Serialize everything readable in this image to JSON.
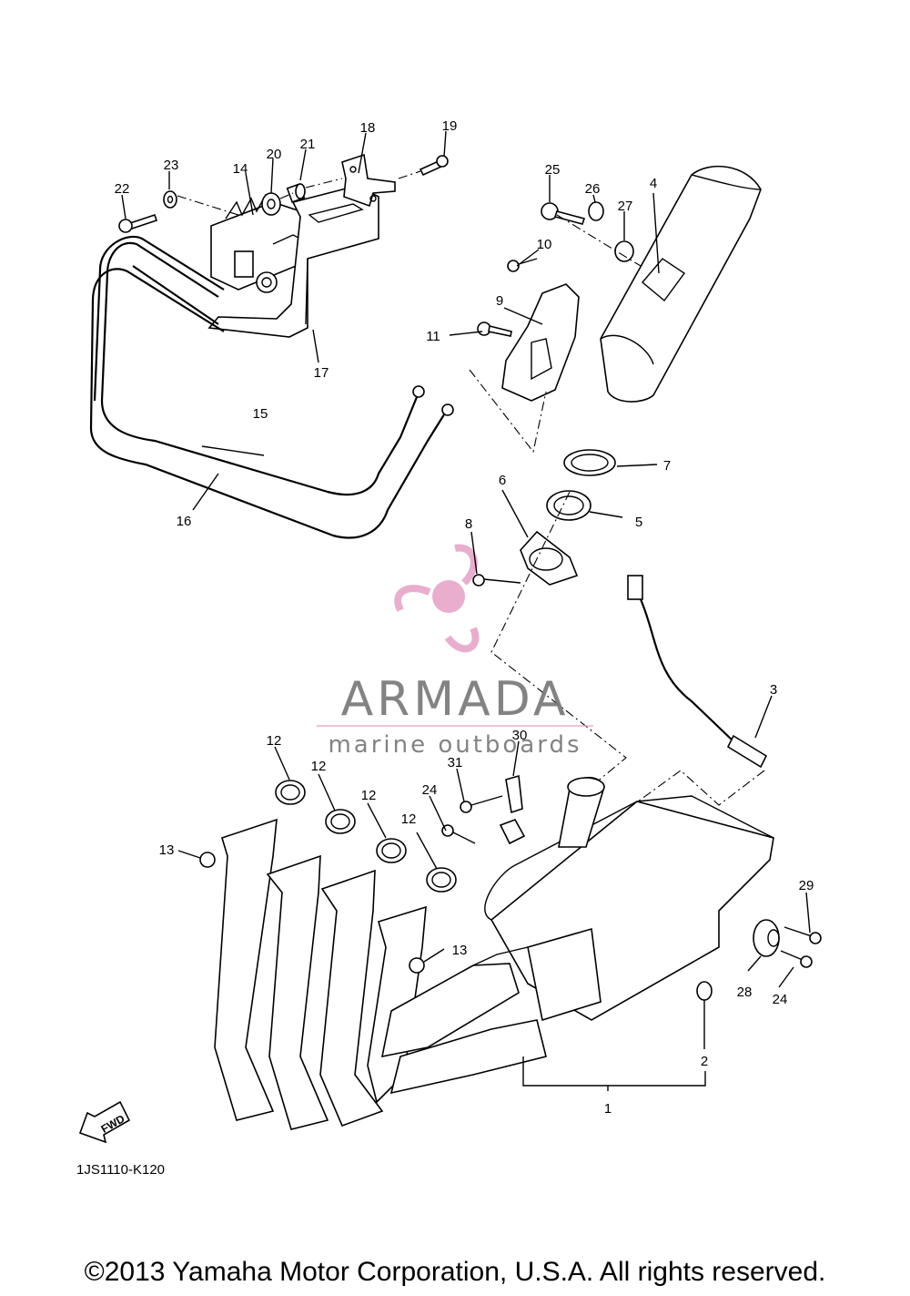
{
  "diagram": {
    "drawing_code": "1JS1110-K120",
    "fwd_marker": "FWD",
    "callouts": [
      {
        "id": "callout-1",
        "label": "1"
      },
      {
        "id": "callout-2",
        "label": "2"
      },
      {
        "id": "callout-3",
        "label": "3"
      },
      {
        "id": "callout-4",
        "label": "4"
      },
      {
        "id": "callout-5",
        "label": "5"
      },
      {
        "id": "callout-6",
        "label": "6"
      },
      {
        "id": "callout-7",
        "label": "7"
      },
      {
        "id": "callout-8",
        "label": "8"
      },
      {
        "id": "callout-9",
        "label": "9"
      },
      {
        "id": "callout-10",
        "label": "10"
      },
      {
        "id": "callout-11",
        "label": "11"
      },
      {
        "id": "callout-12a",
        "label": "12"
      },
      {
        "id": "callout-12b",
        "label": "12"
      },
      {
        "id": "callout-12c",
        "label": "12"
      },
      {
        "id": "callout-12d",
        "label": "12"
      },
      {
        "id": "callout-13a",
        "label": "13"
      },
      {
        "id": "callout-13b",
        "label": "13"
      },
      {
        "id": "callout-14",
        "label": "14"
      },
      {
        "id": "callout-15",
        "label": "15"
      },
      {
        "id": "callout-16",
        "label": "16"
      },
      {
        "id": "callout-17",
        "label": "17"
      },
      {
        "id": "callout-18",
        "label": "18"
      },
      {
        "id": "callout-19",
        "label": "19"
      },
      {
        "id": "callout-20",
        "label": "20"
      },
      {
        "id": "callout-21",
        "label": "21"
      },
      {
        "id": "callout-22",
        "label": "22"
      },
      {
        "id": "callout-23",
        "label": "23"
      },
      {
        "id": "callout-24a",
        "label": "24"
      },
      {
        "id": "callout-24b",
        "label": "24"
      },
      {
        "id": "callout-25",
        "label": "25"
      },
      {
        "id": "callout-26",
        "label": "26"
      },
      {
        "id": "callout-27",
        "label": "27"
      },
      {
        "id": "callout-28",
        "label": "28"
      },
      {
        "id": "callout-29",
        "label": "29"
      },
      {
        "id": "callout-30",
        "label": "30"
      },
      {
        "id": "callout-31",
        "label": "31"
      }
    ]
  },
  "watermark": {
    "brand": "ARMADA",
    "tagline": "marine outboards",
    "logo_color": "#e7a6c9",
    "text_color": "#767676"
  },
  "footer": {
    "copyright": "©2013 Yamaha Motor Corporation, U.S.A. All rights reserved."
  }
}
